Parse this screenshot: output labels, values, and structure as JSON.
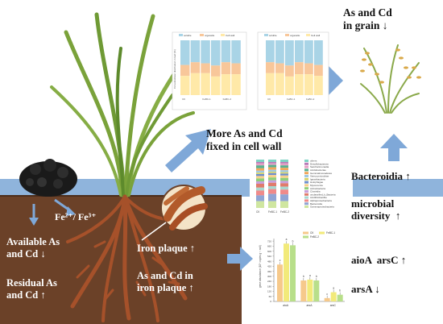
{
  "grain": {
    "line1": "As and Cd",
    "line2": "in grain ↓"
  },
  "cellwall": {
    "line1": "More As and Cd",
    "line2": "fixed in cell wall"
  },
  "ions": {
    "text": "Fe²⁺/ Fe³⁺"
  },
  "soil": {
    "available": [
      "Available As",
      "and Cd ↓"
    ],
    "residual": [
      "Residual As",
      "and Cd ↑"
    ],
    "plaque": "Iron plaque ↑",
    "plaque_asd": [
      "As and Cd in",
      "iron plaque ↑"
    ]
  },
  "microbes": {
    "bacteroidia": "Bacteroidia ↑",
    "diversity": [
      "microbial",
      "diversity  ↑"
    ],
    "genes_up": "aioA  arsC ↑",
    "genes_down": "arsA ↓"
  },
  "colors": {
    "soil": "#6b4128",
    "water": "#8fb4dc",
    "arrow": "#7fa8d8",
    "bar_soluble": "#a9d4e6",
    "bar_organelle": "#f8c79a",
    "bar_cellwall": "#ffe9a8"
  },
  "cell_chart": {
    "ylabel": "Cd subcellular distribution in leaf (%)",
    "legend": [
      "soluble",
      "organelle",
      "Cell wall"
    ],
    "groups": [
      "CK",
      "FeBC-1",
      "FeBC-2"
    ]
  },
  "stack_chart": {
    "categories": [
      "CK",
      "FeBC-1",
      "FeBC-2"
    ],
    "taxa": [
      "others",
      "Desulfobacterota",
      "Saccharimonadia",
      "Acidobacteriae",
      "Gemmatimonadetes",
      "Verrucomicrobiae",
      "Ignavibacteria",
      "Holophagae",
      "Myxococcia",
      "Actinobacteria",
      "Clostridia",
      "unclassified_k_Bacteria",
      "Acidithiobacillia",
      "Alphaproteobacteria",
      "Bacteroidia",
      "Gammaproteobacteria"
    ],
    "colors": [
      "#7fd3c4",
      "#b97ab8",
      "#e6a0c4",
      "#59b08f",
      "#f2a65a",
      "#9ec9e2",
      "#d9d46b",
      "#6e8fcf",
      "#f7d08a",
      "#8fcf7a",
      "#c9a0dc",
      "#e07b6b",
      "#a8d8d0",
      "#f08a8a",
      "#90a4d4",
      "#cfe6a0"
    ]
  },
  "chart_data": {
    "type": "bar",
    "title": "",
    "xlabel": "",
    "ylabel": "gene abundance (10⁶ copies g⁻¹ soil)",
    "categories": [
      "aioA",
      "arsA",
      "arsC"
    ],
    "ylim": [
      0,
      750
    ],
    "yticks": [
      "0",
      "60",
      "120",
      "180",
      "240",
      "300",
      "360",
      "420",
      "480",
      "540",
      "600",
      "660",
      "720"
    ],
    "series": [
      {
        "name": "CK",
        "color": "#f6c98b",
        "values": [
          440,
          250,
          40
        ],
        "labels": [
          "c",
          "b",
          "c"
        ]
      },
      {
        "name": "FeBC-1",
        "color": "#f2ea7a",
        "values": [
          690,
          260,
          110
        ],
        "labels": [
          "a",
          "a",
          "a"
        ]
      },
      {
        "name": "FeBC-2",
        "color": "#b8df8a",
        "values": [
          670,
          250,
          80
        ],
        "labels": [
          "b",
          "b",
          "b"
        ]
      }
    ]
  }
}
